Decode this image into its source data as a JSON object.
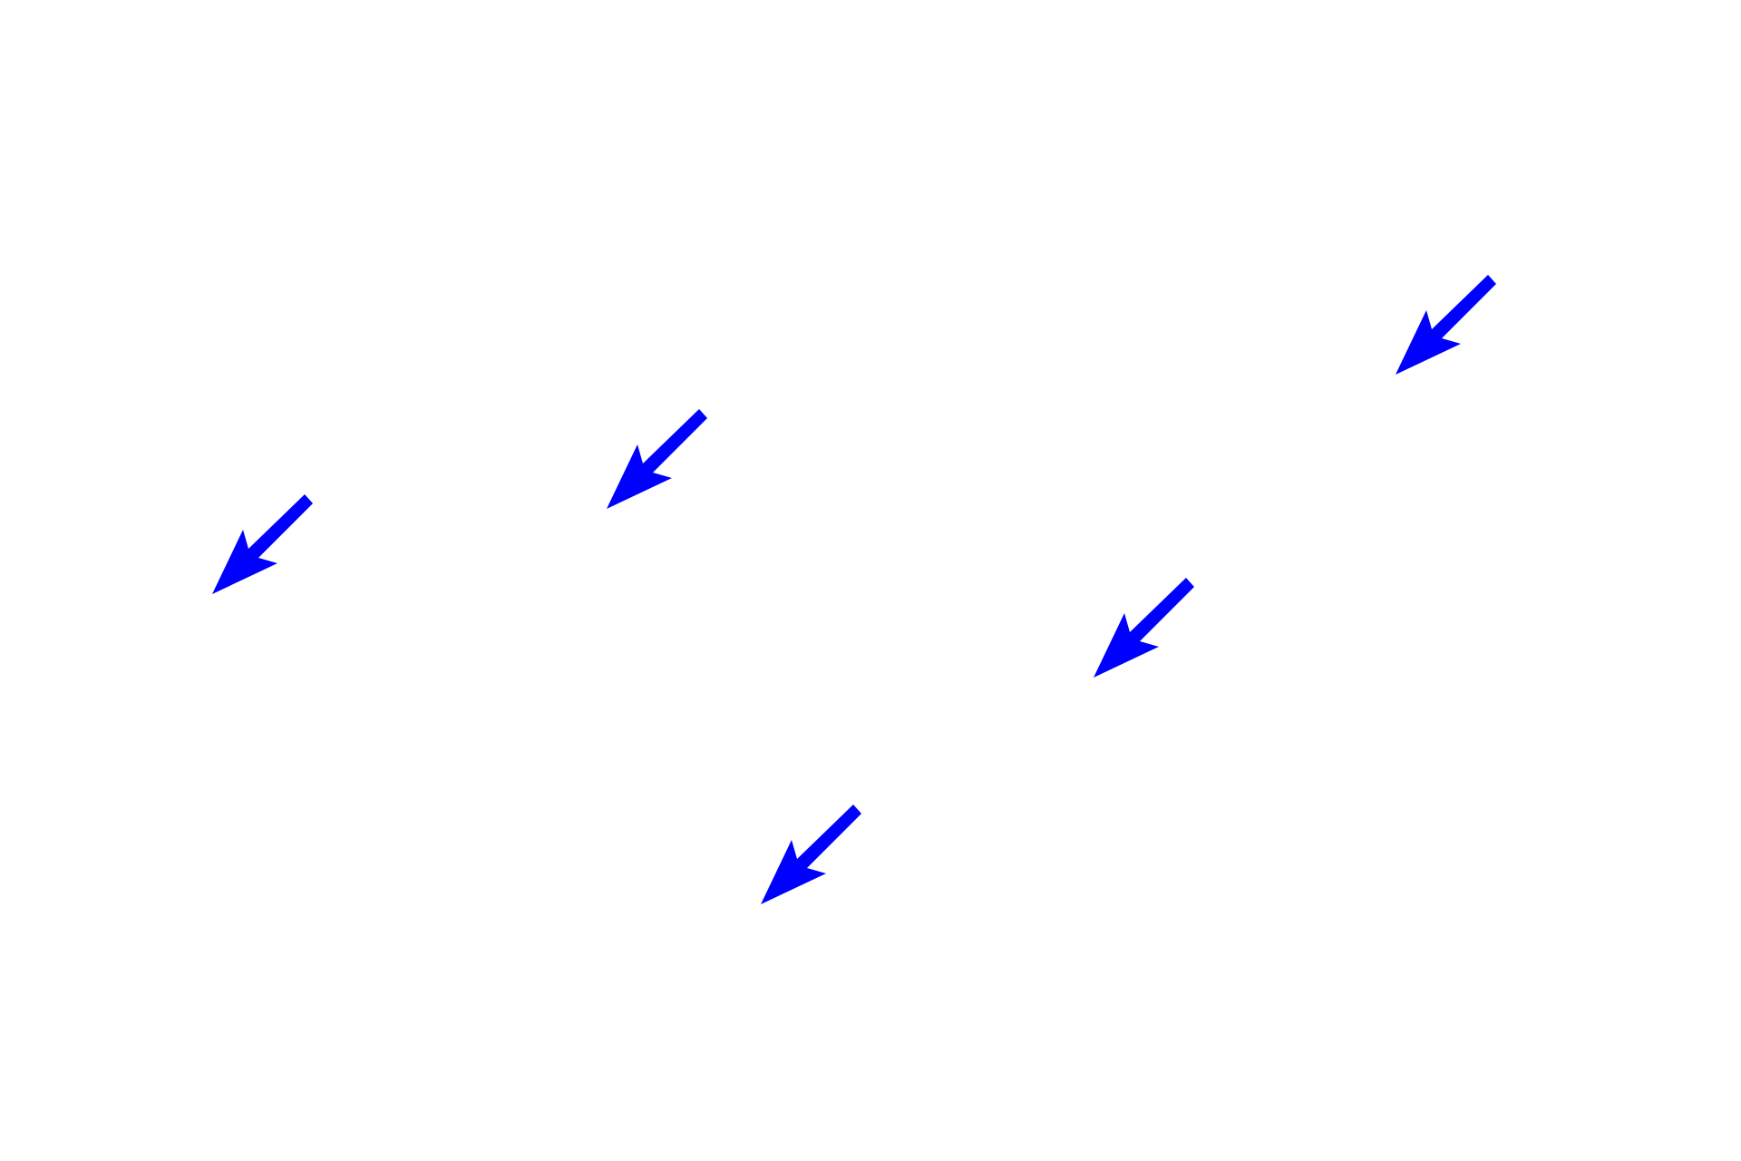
{
  "background_color": "#ffffff",
  "arrows": {
    "color": "#0000ff",
    "icon": "arrow-down-left-icon",
    "direction": "down-left",
    "items": [
      {
        "id": "arrow-1"
      },
      {
        "id": "arrow-2"
      },
      {
        "id": "arrow-3"
      },
      {
        "id": "arrow-4"
      },
      {
        "id": "arrow-5"
      }
    ]
  }
}
